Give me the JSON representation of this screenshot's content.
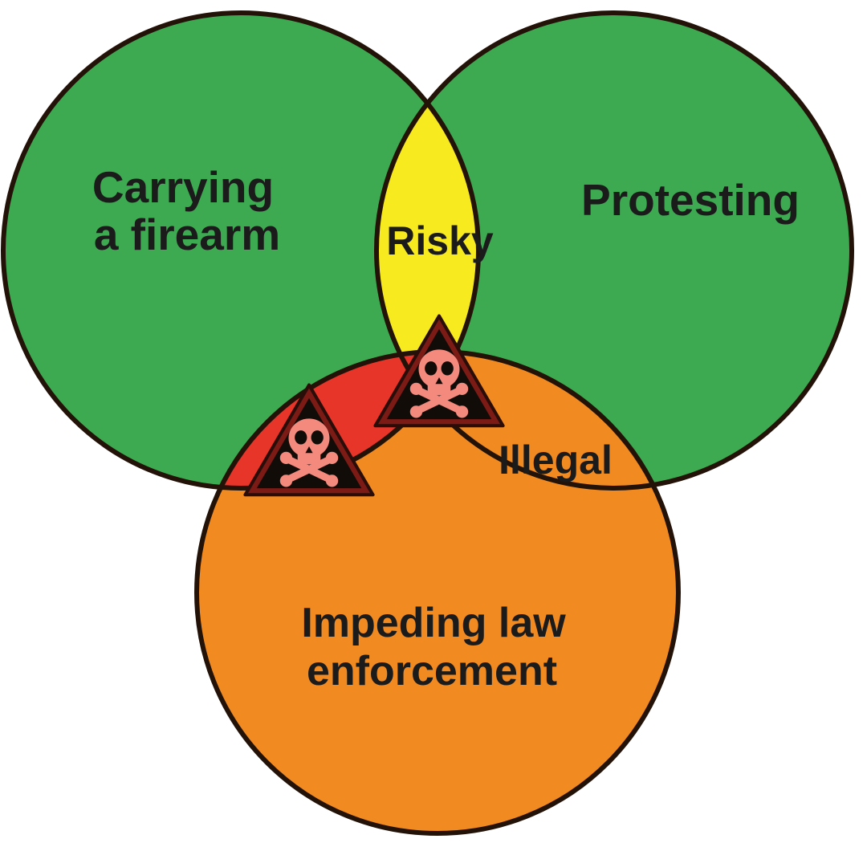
{
  "diagram": {
    "type": "venn",
    "set_count": 3,
    "background_color": "#ffffff",
    "outline_color": "#231208",
    "sets": [
      {
        "id": "carrying-a-firearm",
        "label_line1": "Carrying",
        "label_line2": "a firearm",
        "color": "#3daa52",
        "position": "top-left"
      },
      {
        "id": "protesting",
        "label_line1": "Protesting",
        "label_line2": "",
        "color": "#3daa52",
        "position": "top-right"
      },
      {
        "id": "impeding-law-enforcement",
        "label_line1": "Impeding law",
        "label_line2": "enforcement",
        "color": "#f18a21",
        "position": "bottom-center"
      }
    ],
    "intersections": [
      {
        "id": "risky",
        "label": "Risky",
        "color": "#f7ea1e",
        "between": [
          "carrying-a-firearm",
          "protesting"
        ]
      },
      {
        "id": "firearm-impeding",
        "label": "",
        "color": "#e8352a",
        "between": [
          "carrying-a-firearm",
          "impeding-law-enforcement"
        ]
      },
      {
        "id": "illegal",
        "label": "Illegal",
        "color": "#f18a21",
        "between": [
          "protesting",
          "impeding-law-enforcement"
        ]
      },
      {
        "id": "center-all-three",
        "label": "",
        "color": "#e8352a",
        "between": [
          "carrying-a-firearm",
          "protesting",
          "impeding-law-enforcement"
        ]
      }
    ],
    "warning_icons": [
      {
        "id": "skull-warning-center",
        "name": "skull-and-crossbones-warning-icon",
        "shape": "triangle",
        "triangle_fill": "#120c08",
        "triangle_border": "#7c1a15",
        "skull_color": "#f4897e"
      },
      {
        "id": "skull-warning-left",
        "name": "skull-and-crossbones-warning-icon",
        "shape": "triangle",
        "triangle_fill": "#120c08",
        "triangle_border": "#7c1a15",
        "skull_color": "#f4897e"
      }
    ]
  }
}
